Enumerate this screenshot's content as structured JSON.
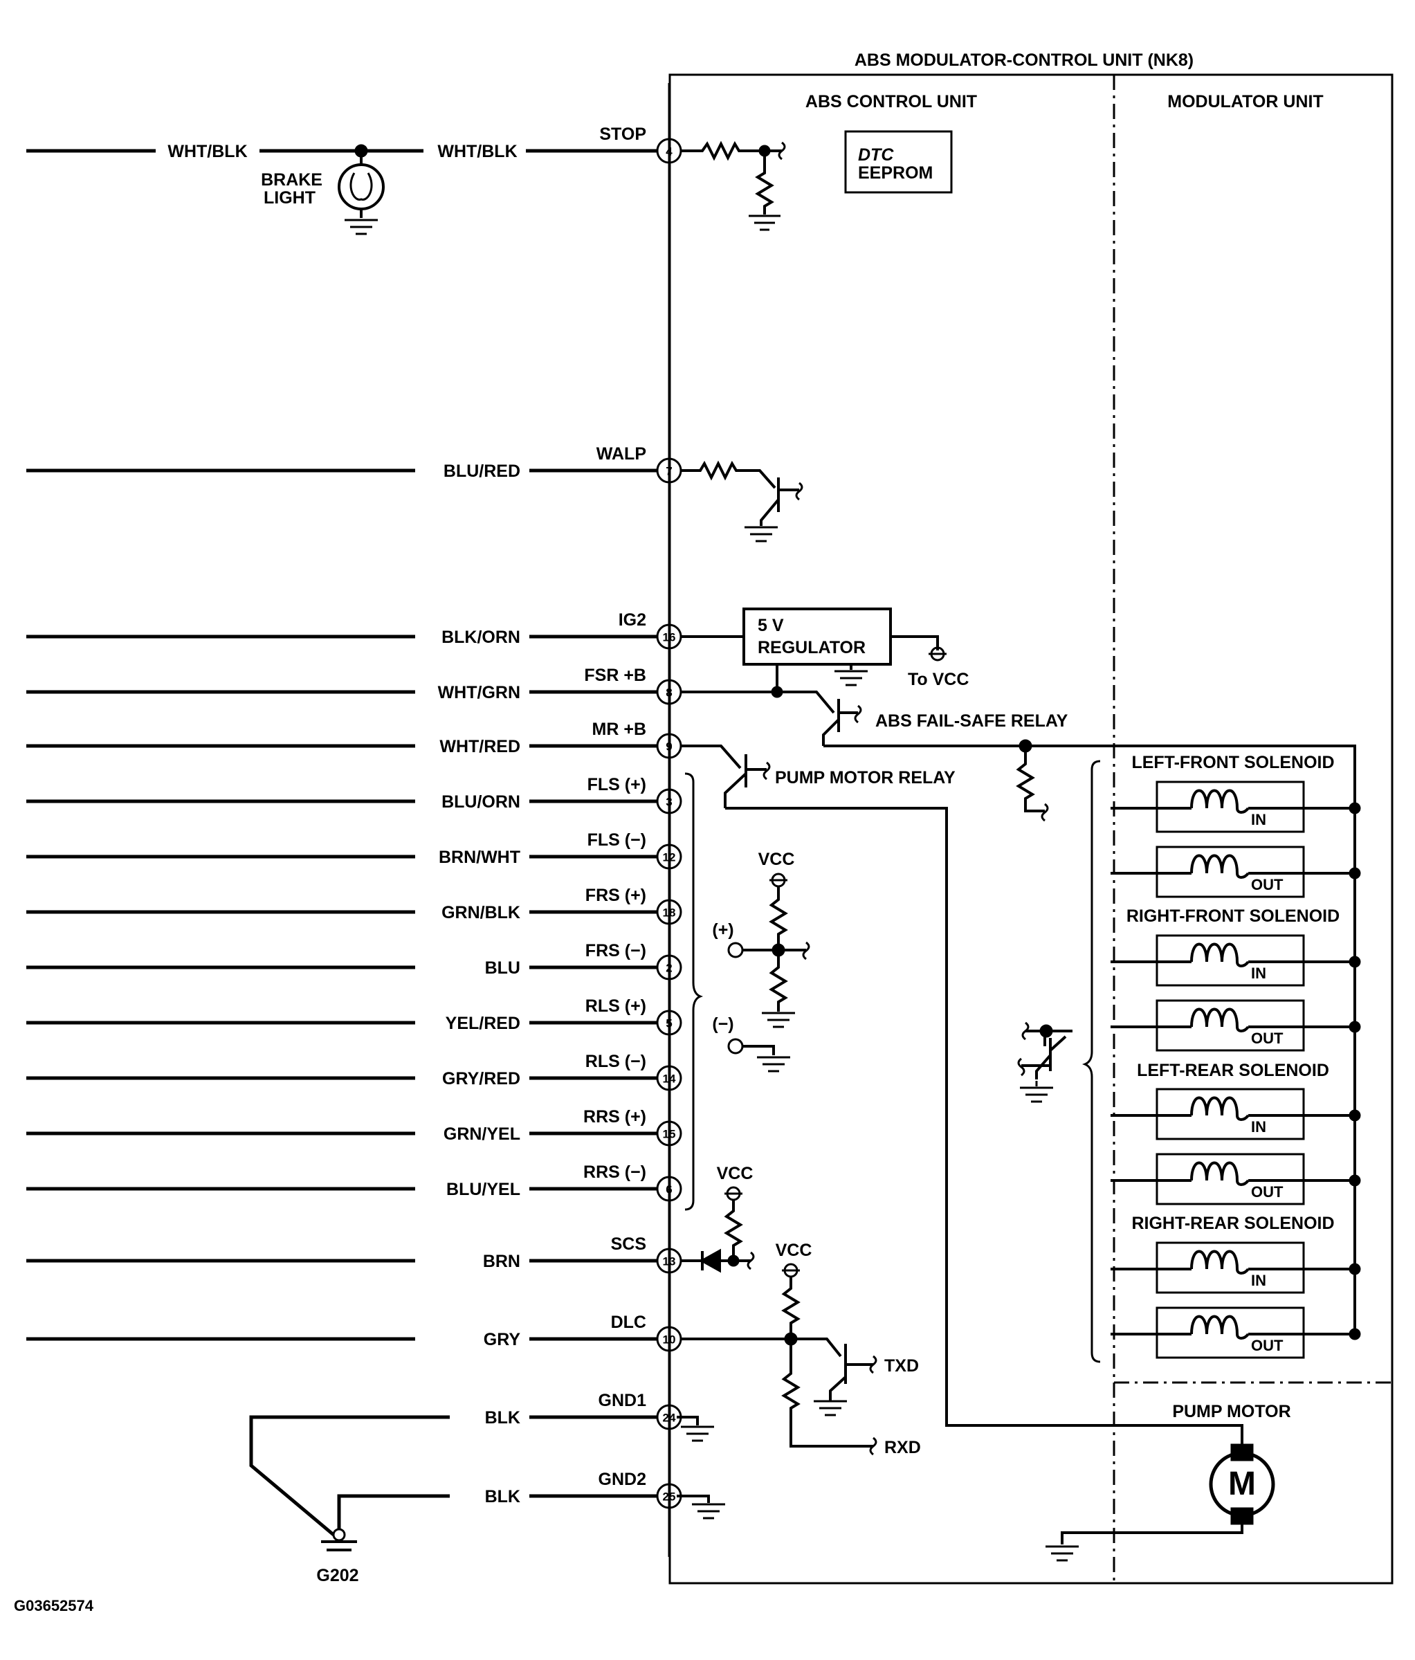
{
  "unit_title": "ABS MODULATOR-CONTROL UNIT (NK8)",
  "sections": {
    "control": "ABS CONTROL UNIT",
    "modulator": "MODULATOR UNIT"
  },
  "dtc": [
    "DTC",
    "EEPROM"
  ],
  "brake_light": [
    "BRAKE",
    "LIGHT"
  ],
  "wires": [
    {
      "wire": "WHT/BLK",
      "signal": "STOP",
      "pin": "4"
    },
    {
      "wire": "BLU/RED",
      "signal": "WALP",
      "pin": "7"
    },
    {
      "wire": "BLK/ORN",
      "signal": "IG2",
      "pin": "16"
    },
    {
      "wire": "WHT/GRN",
      "signal": "FSR +B",
      "pin": "8"
    },
    {
      "wire": "WHT/RED",
      "signal": "MR +B",
      "pin": "9"
    },
    {
      "wire": "BLU/ORN",
      "signal": "FLS (+)",
      "pin": "3"
    },
    {
      "wire": "BRN/WHT",
      "signal": "FLS (−)",
      "pin": "12"
    },
    {
      "wire": "GRN/BLK",
      "signal": "FRS (+)",
      "pin": "18"
    },
    {
      "wire": "BLU",
      "signal": "FRS (−)",
      "pin": "2"
    },
    {
      "wire": "YEL/RED",
      "signal": "RLS (+)",
      "pin": "5"
    },
    {
      "wire": "GRY/RED",
      "signal": "RLS (−)",
      "pin": "14"
    },
    {
      "wire": "GRN/YEL",
      "signal": "RRS (+)",
      "pin": "15"
    },
    {
      "wire": "BLU/YEL",
      "signal": "RRS (−)",
      "pin": "6"
    },
    {
      "wire": "BRN",
      "signal": "SCS",
      "pin": "13"
    },
    {
      "wire": "GRY",
      "signal": "DLC",
      "pin": "10"
    },
    {
      "wire": "BLK",
      "signal": "GND1",
      "pin": "24"
    },
    {
      "wire": "BLK",
      "signal": "GND2",
      "pin": "25"
    }
  ],
  "regulator": [
    "5 V",
    "REGULATOR"
  ],
  "to_vcc": "To VCC",
  "fail_safe_relay": "ABS FAIL-SAFE RELAY",
  "pump_motor_relay": "PUMP MOTOR RELAY",
  "vcc": "VCC",
  "sensor_plus": "(+)",
  "sensor_minus": "(−)",
  "txd": "TXD",
  "rxd": "RXD",
  "solenoid_groups": [
    "LEFT-FRONT SOLENOID",
    "RIGHT-FRONT SOLENOID",
    "LEFT-REAR SOLENOID",
    "RIGHT-REAR SOLENOID"
  ],
  "coil_in": "IN",
  "coil_out": "OUT",
  "pump_motor": "PUMP MOTOR",
  "motor_letter": "M",
  "ground_label": "G202",
  "figure_id": "G03652574"
}
